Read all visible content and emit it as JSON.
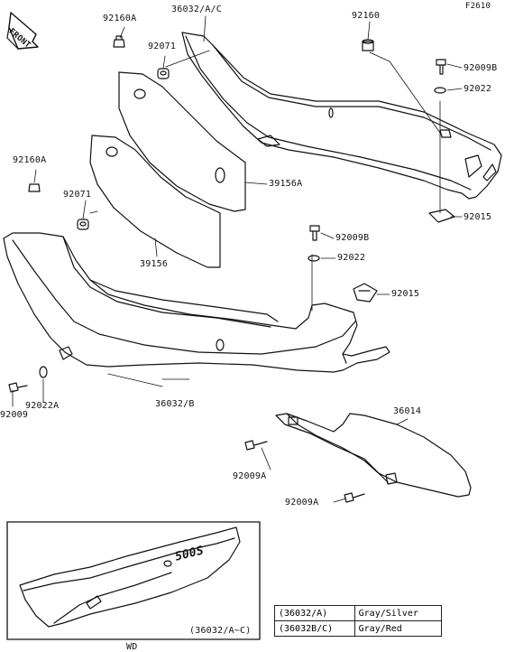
{
  "figure_code": "F2610",
  "front_label": "FRONT",
  "callouts": {
    "c1": "92160A",
    "c2": "36032/A/C",
    "c3": "92160",
    "c4": "92071",
    "c5": "92009B",
    "c6": "92022",
    "c7": "92160A",
    "c8": "92071",
    "c9": "39156A",
    "c10": "92015",
    "c11": "39156",
    "c12": "92009B",
    "c13": "92022",
    "c14": "92015",
    "c15": "92009",
    "c16": "92022A",
    "c17": "36032/B",
    "c18": "36014",
    "c19": "92009A",
    "c20": "92009A"
  },
  "inset": {
    "decal_text": "500S",
    "part_ref": "(36032/A~C)",
    "caption": "WD"
  },
  "color_table": [
    {
      "part": "(36032/A)",
      "color": "Gray/Silver"
    },
    {
      "part": "(36032B/C)",
      "color": "Gray/Red"
    }
  ]
}
